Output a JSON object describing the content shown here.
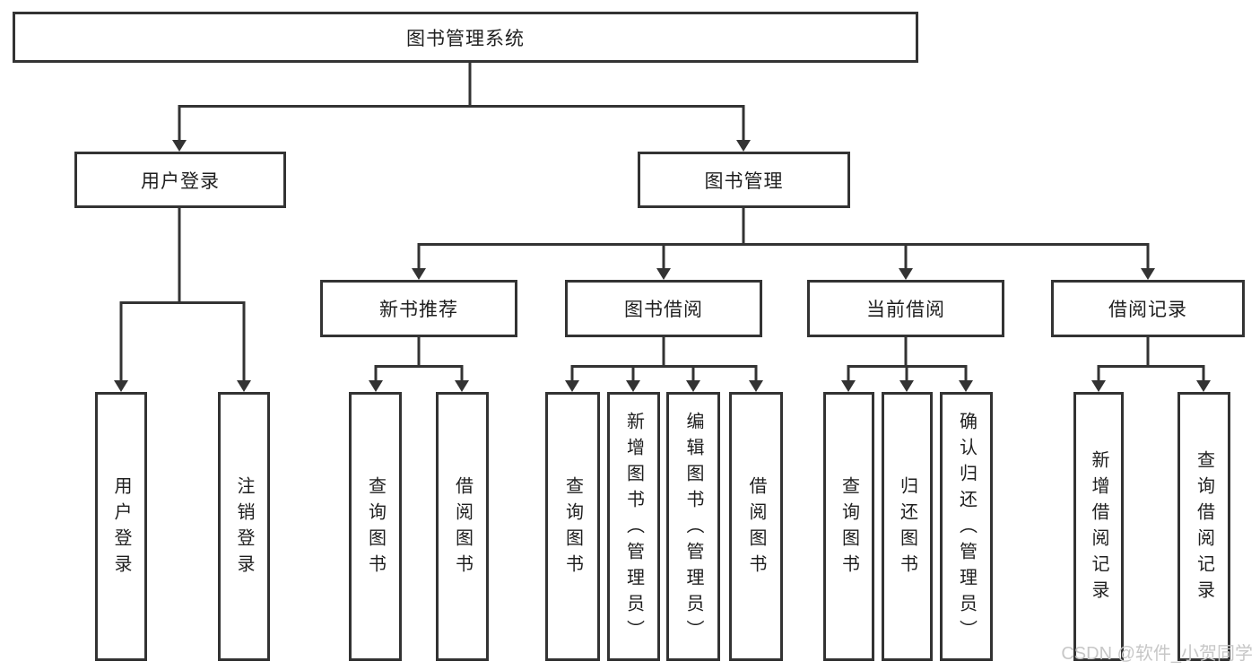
{
  "colors": {
    "line": "#333333",
    "text": "#1f1f1f",
    "watermark": "#c7c7c7",
    "background": "#ffffff"
  },
  "watermark": "CSDN @软件_小贺同学",
  "tree": {
    "label": "图书管理系统",
    "children": [
      {
        "label": "用户登录",
        "children": [
          {
            "label": "用户登录"
          },
          {
            "label": "注销登录"
          }
        ]
      },
      {
        "label": "图书管理",
        "children": [
          {
            "label": "新书推荐",
            "children": [
              {
                "label": "查询图书"
              },
              {
                "label": "借阅图书"
              }
            ]
          },
          {
            "label": "图书借阅",
            "children": [
              {
                "label": "查询图书"
              },
              {
                "label": "新增图书（管理员）"
              },
              {
                "label": "编辑图书（管理员）"
              },
              {
                "label": "借阅图书"
              }
            ]
          },
          {
            "label": "当前借阅",
            "children": [
              {
                "label": "查询图书"
              },
              {
                "label": "归还图书"
              },
              {
                "label": "确认归还（管理员）"
              }
            ]
          },
          {
            "label": "借阅记录",
            "children": [
              {
                "label": "新增借阅记录"
              },
              {
                "label": "查询借阅记录"
              }
            ]
          }
        ]
      }
    ]
  }
}
